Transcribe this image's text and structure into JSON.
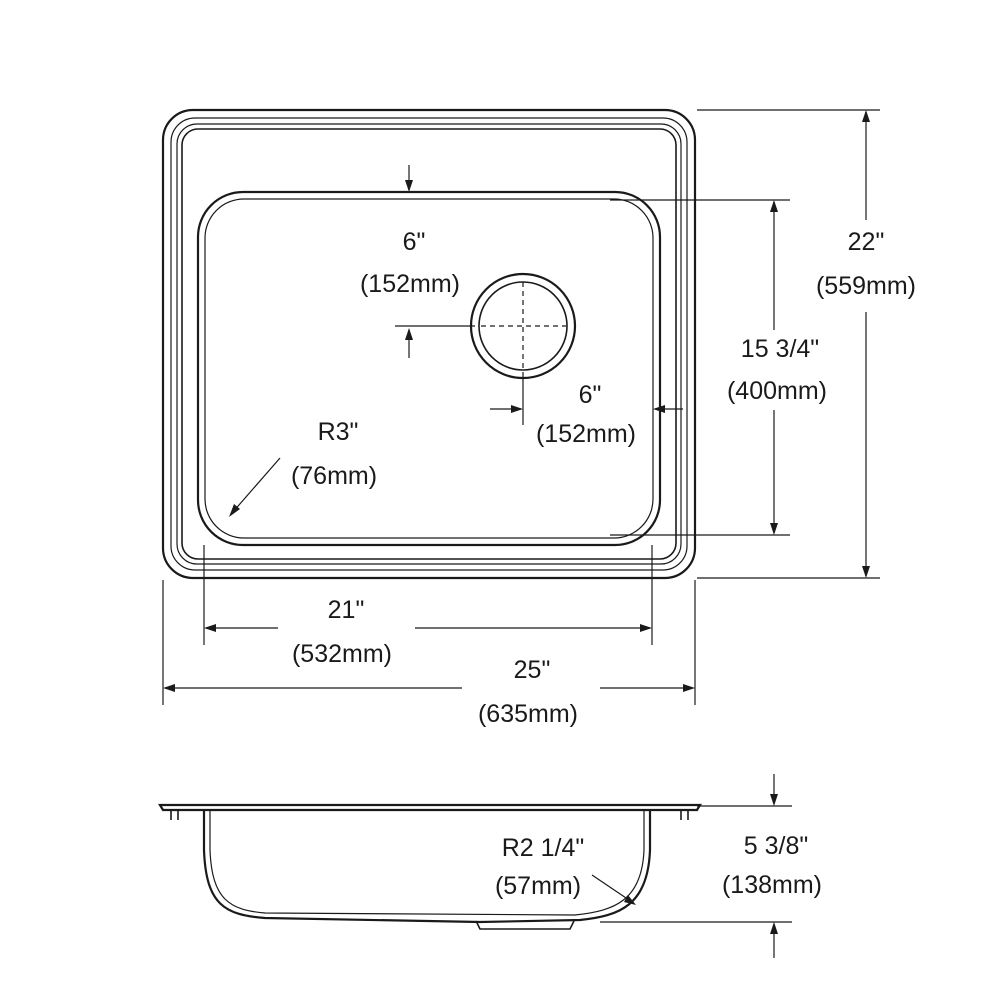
{
  "views": {
    "top": {
      "drain_offset_top": {
        "imperial": "6\"",
        "metric": "(152mm)"
      },
      "drain_offset_side": {
        "imperial": "6\"",
        "metric": "(152mm)"
      },
      "corner_radius": {
        "imperial": "R3\"",
        "metric": "(76mm)"
      },
      "bowl_width": {
        "imperial": "21\"",
        "metric": "(532mm)"
      },
      "overall_width": {
        "imperial": "25\"",
        "metric": "(635mm)"
      },
      "bowl_length": {
        "imperial": "15 3/4\"",
        "metric": "(400mm)"
      },
      "overall_length": {
        "imperial": "22\"",
        "metric": "(559mm)"
      }
    },
    "side": {
      "bottom_radius": {
        "imperial": "R2 1/4\"",
        "metric": "(57mm)"
      },
      "depth": {
        "imperial": "5 3/8\"",
        "metric": "(138mm)"
      }
    }
  }
}
